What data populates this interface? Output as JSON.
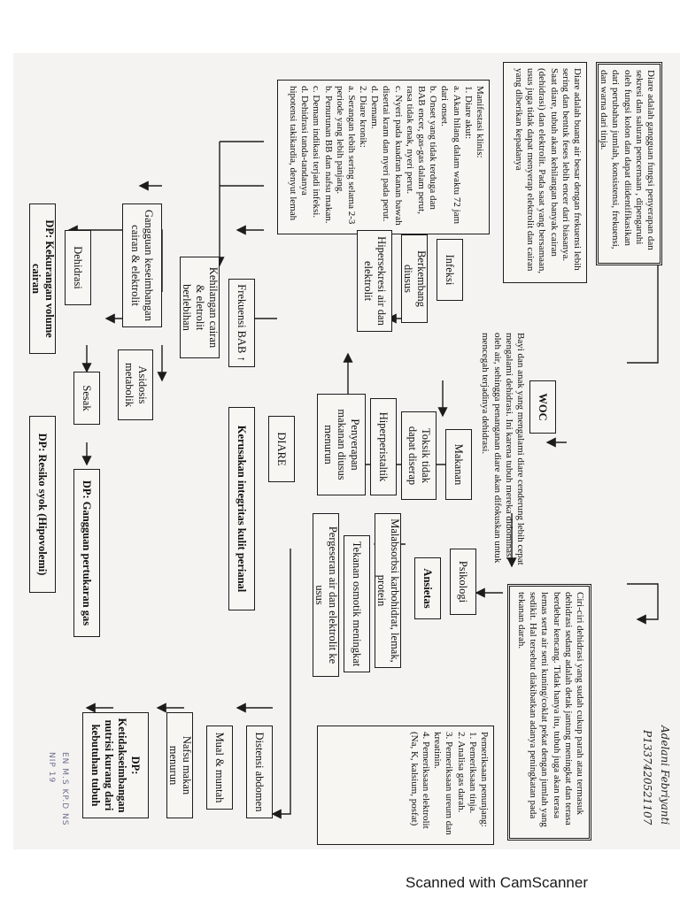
{
  "footer": {
    "scanner_label": "Scanned with CamScanner"
  },
  "author": {
    "name": "Adelani Febriyanti",
    "id": "P1337420521107"
  },
  "stamp": {
    "line1": "EN M.S KP.D NS",
    "line2": "NIP 19"
  },
  "boxes": {
    "definisi": "Diare adalah gangguan fungsi penyerapan dan sekresi dan saluran pencernaan , dipengaruhi oleh fungsi kolon dan dapat diidentifikasikan dari perubahan jumlah, konsistensi, frekuensi, dan warna dari tinja.",
    "pengertian": "Diare adalah buang air besar dengan frekuensi lebih sering dan bentuk feses lebih encer dari biasanya. Saat diare, tubuh akan kehilangan banyak cairan (dehidrasi) dan elektrolit. Pada saat yang bersamaan, usus juga tidak dapat menyerap elektrolit dan cairan yang diberikan kepadanya",
    "woc_title": "WOC",
    "woc_desc": "Bayi dan anak yang mengalami diare cenderung lebih cepat mengalami dehidrasi. Ini karena tubuh mereka didominasi oleh air, sehingga penanganan diare akan difokuskan untuk mencegah terjadinya dehidrasi.",
    "ciri": "Ciri-ciri dehidrasi yang sudah cukup parah atau termasuk dehidrasi sedang adalah detak jantung meningkat dan terasa berdebar kencang. Tidak hanya itu, tubuh juga akan terasa lemas serta air seni kuning/coklat pekat dengan jumlah yang sedikit. Hal tersebut diakibatkan adanya peningkatan pada tekanan darah.",
    "pemeriksaan": {
      "title": "Pemeriksaan penunjang:",
      "items": [
        "1. Pemeriksaan tinja.",
        "2. Analisa gas darah.",
        "3. Pemeriksaan ureum dan kreatinin.",
        "4. Pemeriksaan elektrolit (Na, K, kalsium, posfat)"
      ]
    },
    "manifestasi": {
      "title": "Manifestasi klinis:",
      "items": [
        "1. Diare akut:",
        "a. Akan hilang dalam waktu 72 jam dari onset.",
        "b. Onset yang tidak terduga dan BAB encer, gas-gas dalam perut, rasa tidak enak, nyeri perut.",
        "c. Nyeri pada kuadran kanan bawah disertai kram dan nyeri pada perut.",
        "d. Demam.",
        "2. Diare kronik:",
        "a. Serangan lebih sering selama 2-3 periode yang lebih panjang.",
        "b. Penurunan BB dan nafsu makan.",
        "c. Demam indikasi terjadi infeksi.",
        "d. Dehidrasi tanda-tandanya hipotensi takikardia, denyut lemah"
      ]
    },
    "infeksi": "Infeksi",
    "berkembang": "Berkembang diusus",
    "hipersekresi": "Hipersekresi air dan elektrolit",
    "makanan": "Makanan",
    "toksik": "Toksik tidak dapat diserap",
    "hiperperistaltik": "Hiperperistaltik",
    "penyerapan": "Penyerapan makanan diusus menurun",
    "psikologi": "Psikologi",
    "ansietas": "Ansietas",
    "malabsorbsi": "Malabsorbsi karbohidrat, lemak, protein",
    "tekanan_osmotik": "Tekanan osmotik meningkat",
    "pergeseran": "Pergeseran air dan elektrolit ke usus",
    "diare": "DIARE",
    "frekuensi": "Frekuensi BAB ↑",
    "kerusakan": "Kerusakan integritas kulit perianal",
    "kehilangan": "Kehilangan cairan & eletrolit berlebihan",
    "gangguan_keseimbangan": "Gangguan keseimbangan cairan & elektrolit",
    "asidosis": "Asidosis metabolik",
    "sesak": "Sesak",
    "dp_gangguan_pertukaran": "DP: Gangguan pertukaran gas",
    "dehidrasi": "Dehidrasi",
    "dp_kekurangan": "DP: Kekurangan volume cairan",
    "dp_resiko": "DP: Resiko syok (Hipovolemi)",
    "distensi": "Distensi abdomen",
    "mual": "Mual & muntah",
    "nafsu": "Nafsu makan menurun",
    "dp_nutrisi": "DP: Ketidakseimbangan nutrisi kurang dari kebutuhan tubuh"
  }
}
